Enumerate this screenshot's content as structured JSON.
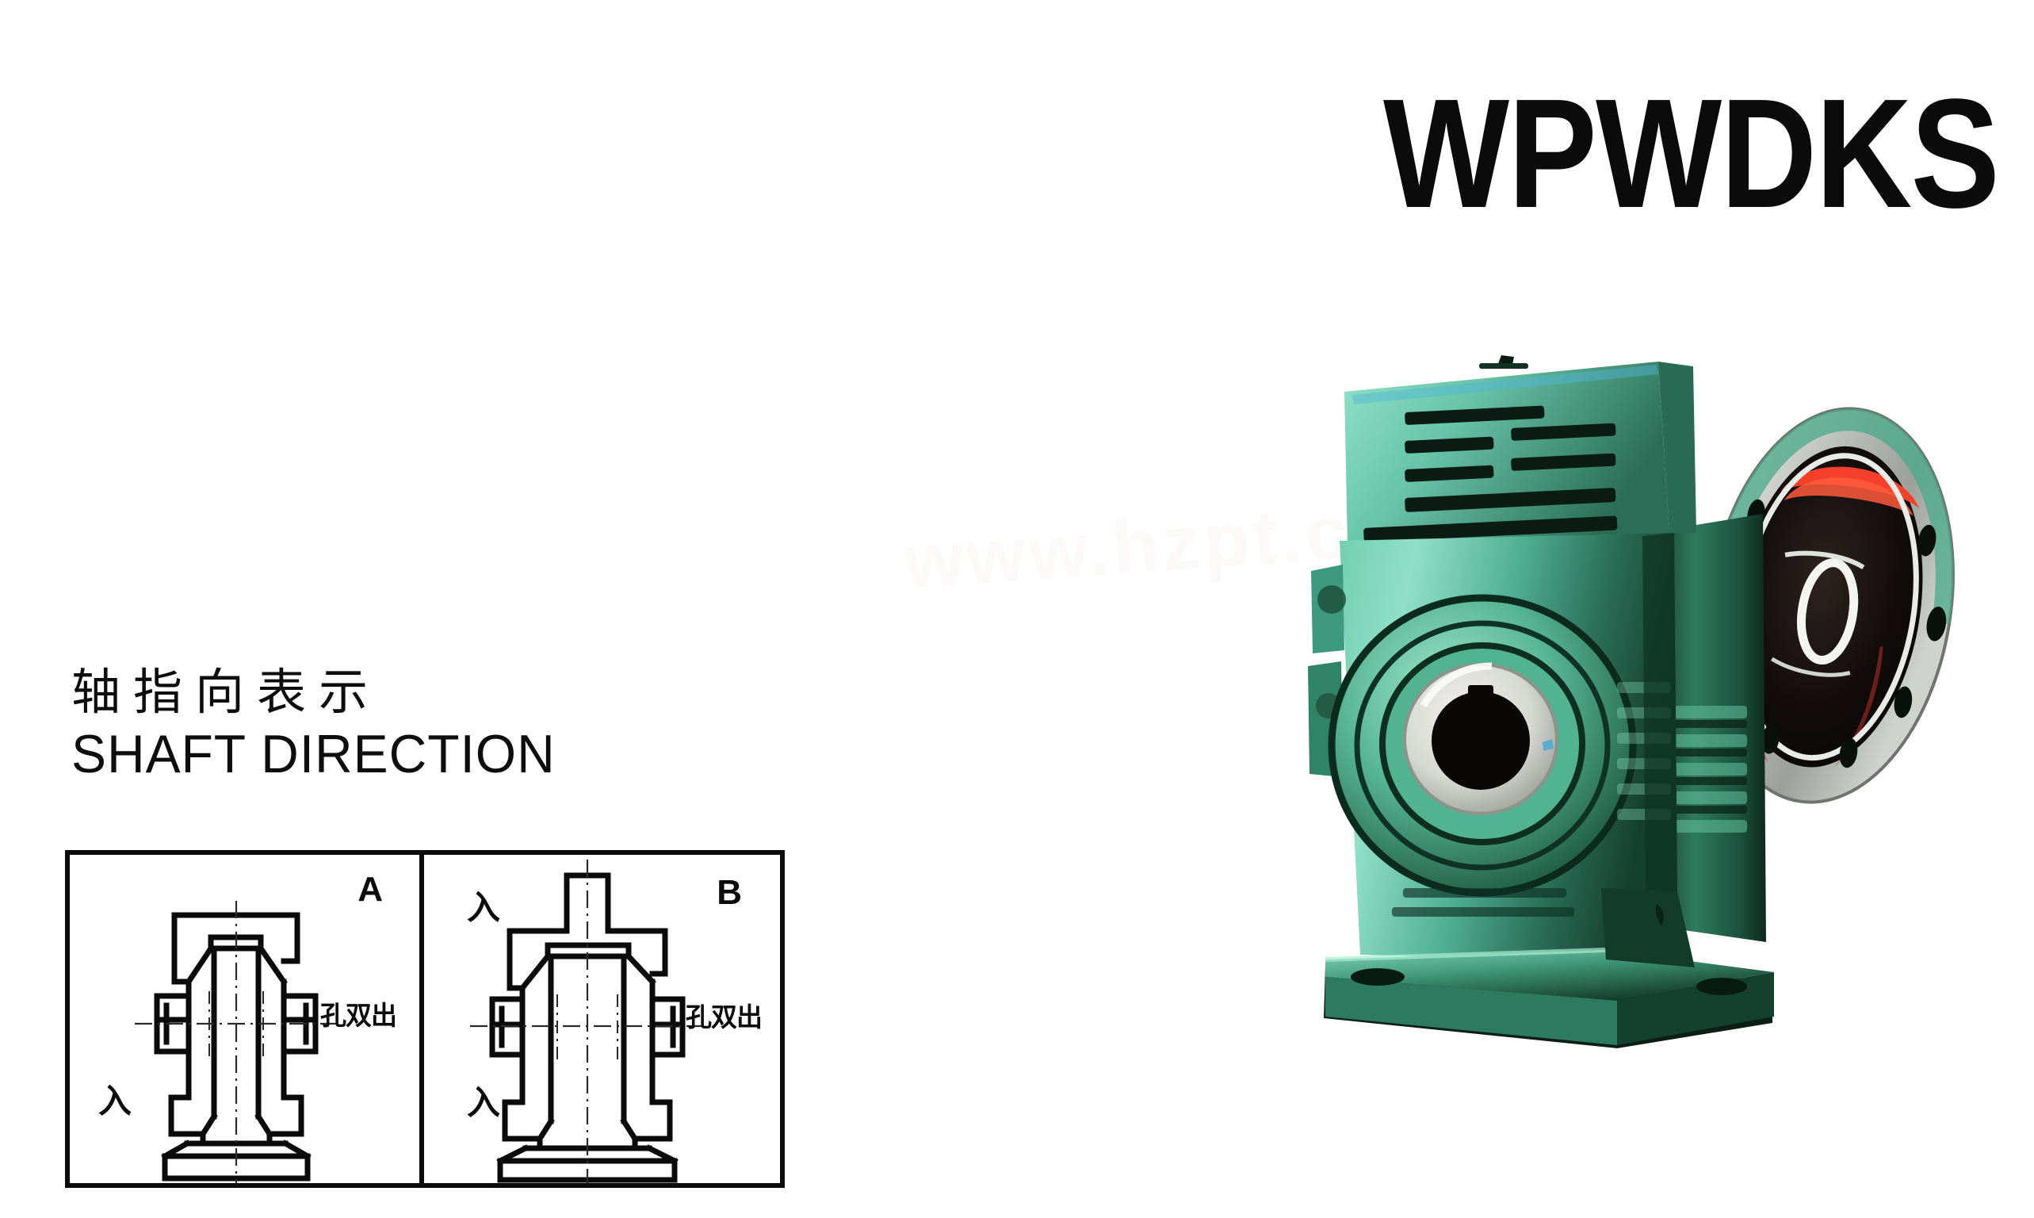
{
  "title": {
    "model": "WPWDKS"
  },
  "watermark": {
    "text": "www.hzpt.com"
  },
  "shaft_direction": {
    "heading_cn": "轴指向表示",
    "heading_en": "SHAFT DIRECTION",
    "panels": [
      {
        "letter": "A",
        "output_label": "孔双出",
        "input_labels": [
          "入"
        ],
        "input_positions": [
          "bottom-left"
        ],
        "shaft_top": false
      },
      {
        "letter": "B",
        "output_label": "孔双出",
        "input_labels": [
          "入",
          "入"
        ],
        "input_positions": [
          "top-left",
          "bottom-left"
        ],
        "shaft_top": true
      }
    ]
  },
  "product": {
    "name": "worm-gear-reducer",
    "body_color": "#5fbfa0",
    "body_color_dark": "#1d5f4a",
    "body_color_light": "#9fe0c8",
    "flange_color": "#c9c9c4",
    "accent_color": "#f5412a",
    "shadow_color": "#0a0a0a"
  },
  "colors": {
    "ink": "#0b0b0b",
    "paper": "#ffffff",
    "watermark": "#fbfaf8"
  }
}
